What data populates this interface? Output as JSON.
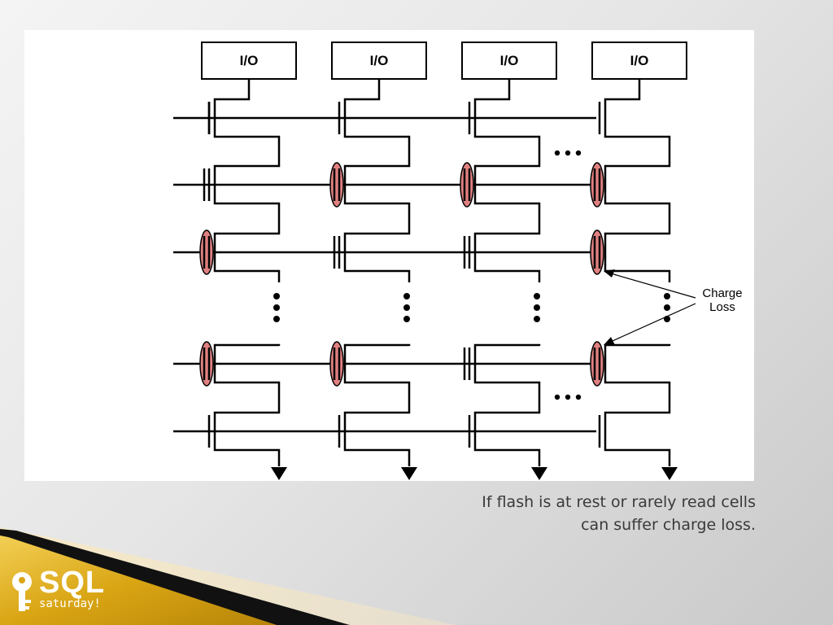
{
  "diagram": {
    "io_labels": [
      "I/O",
      "I/O",
      "I/O",
      "I/O"
    ],
    "ellipsis": "...",
    "charge_loss_label": [
      "Charge",
      "Loss"
    ]
  },
  "caption": {
    "line1": "If flash is at rest or rarely read cells",
    "line2": "can suffer charge loss."
  },
  "logo": {
    "title": "SQL",
    "subtitle": "saturday!"
  },
  "colors": {
    "charge_cell": "#e08080",
    "line": "#000000",
    "footer_gold": "#e6b422"
  }
}
